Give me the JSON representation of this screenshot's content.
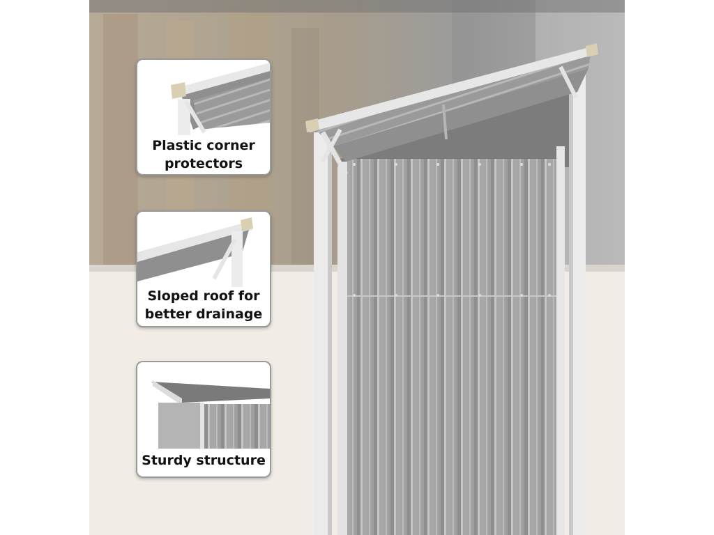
{
  "callouts": [
    {
      "label": "Plastic corner protectors"
    },
    {
      "label": "Sloped roof for better drainage"
    },
    {
      "label": "Sturdy structure"
    }
  ],
  "colors": {
    "panel": "#a3a3a3",
    "panel_light": "#c2c2c2",
    "frame": "#e9e9e9",
    "corner_protector": "#d9d0b4",
    "floor": "#f1ede6",
    "background_blur": "#b9a890"
  }
}
